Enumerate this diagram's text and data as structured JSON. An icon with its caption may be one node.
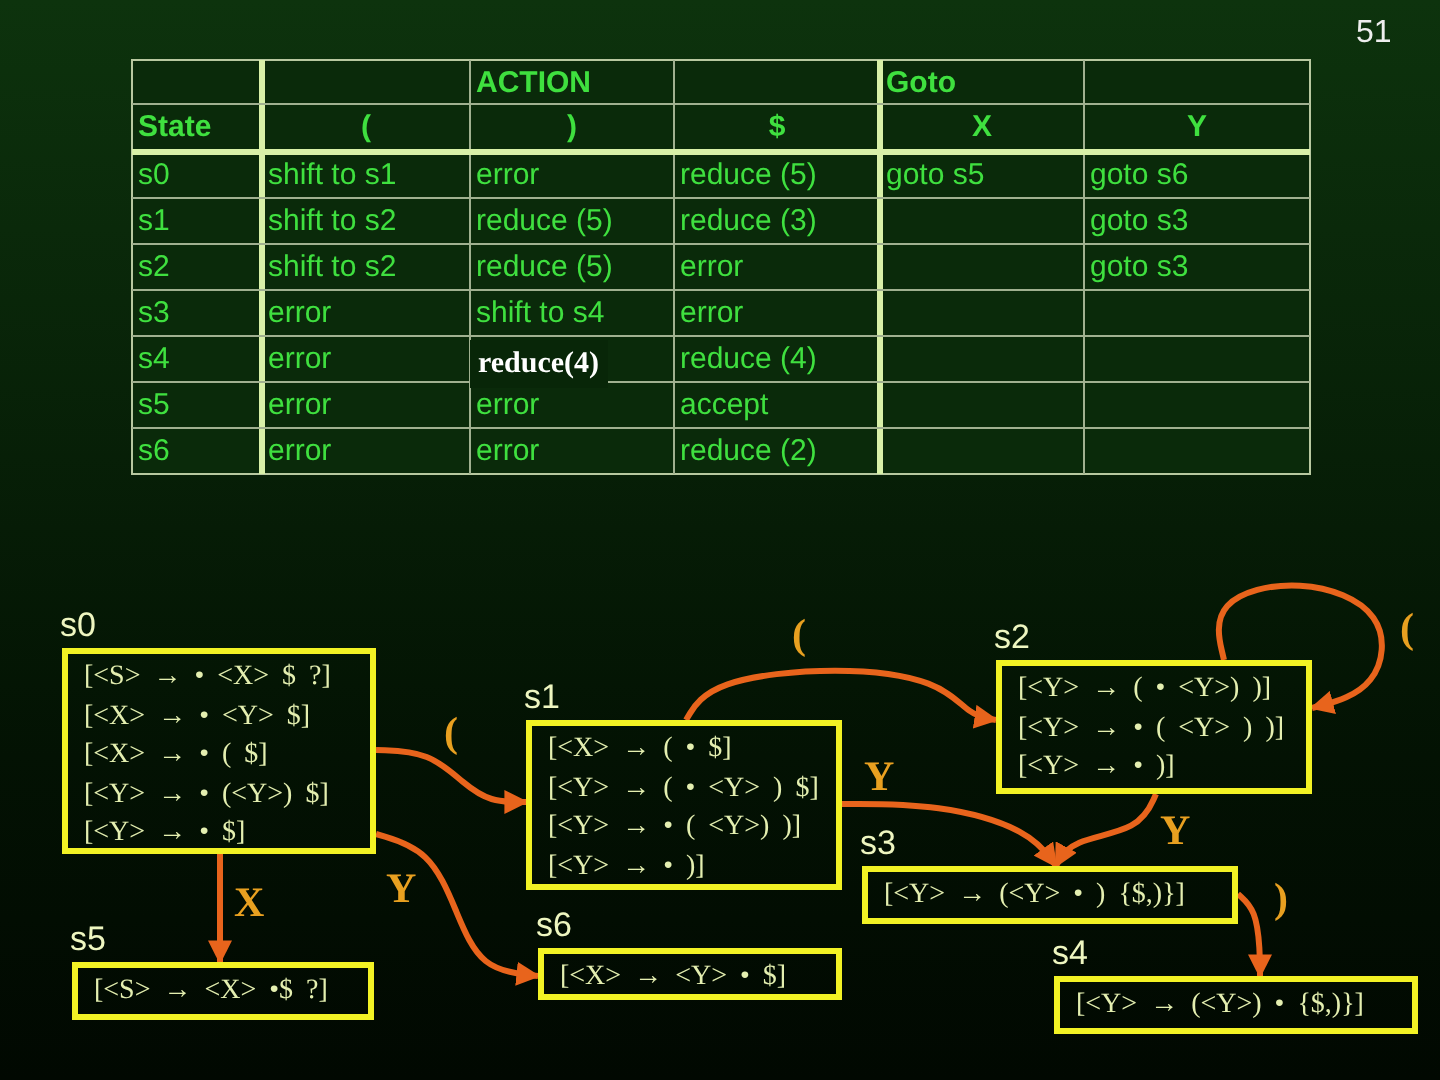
{
  "diagram": {
    "nodes": [
      {
        "text": [
          "s0",
          "[<S> → • <X> $ ?]",
          "[<X> → • <Y> $]",
          "[<X> → • ( $]",
          "[<Y> → • (<Y>) $]",
          "[<Y> → • $]"
        ]
      },
      {
        "text": [
          "s1",
          "[<X> → ( • $]",
          "[<Y> → ( • <Y> ) $]",
          "[<Y> → • ( <Y>) )]",
          "[<Y> → • )]"
        ]
      },
      {
        "text": [
          "s2",
          "[<Y> → ( • <Y>) )]",
          "[<Y> → • ( <Y> ) )]",
          "[<Y> → • )]"
        ]
      },
      {
        "text": [
          "s3",
          "[<Y> → (<Y> • ) {$,)}]"
        ]
      },
      {
        "text": [
          "s4",
          "[<Y> → (<Y>) • {$,)}]"
        ]
      },
      {
        "text": [
          "s5",
          "[<S> → <X> •$ ?]"
        ]
      },
      {
        "text": [
          "s6",
          "[<X> → <Y> • $]"
        ]
      }
    ],
    "edges": [
      {
        "from": 0,
        "to": 1,
        "arrow": "to",
        "label": "("
      },
      {
        "from": 0,
        "to": 5,
        "arrow": "to",
        "label": "X"
      },
      {
        "from": 0,
        "to": 6,
        "arrow": "to",
        "label": "Y"
      },
      {
        "from": 1,
        "to": 2,
        "arrow": "to",
        "label": "("
      },
      {
        "from": 1,
        "to": 3,
        "arrow": "to",
        "label": "Y"
      },
      {
        "from": 2,
        "to": 3,
        "arrow": "to",
        "label": "Y"
      },
      {
        "from": 2,
        "to": 2,
        "arrow": "to",
        "label": "("
      },
      {
        "from": 3,
        "to": 4,
        "arrow": "to",
        "label": ")"
      }
    ],
    "labels": [
      "51",
      "ACTION",
      "Goto",
      "State",
      "(",
      ")",
      "$",
      "X",
      "Y",
      "s0",
      "shift to s1",
      "error",
      "reduce (5)",
      "goto s5",
      "goto s6",
      "s1",
      "shift to s2",
      "reduce (5)",
      "reduce (3)",
      "goto s3",
      "s2",
      "shift to s2",
      "reduce (5)",
      "error",
      "goto s3",
      "s3",
      "error",
      "shift to s4",
      "error",
      "s4",
      "error",
      "reduce(4)",
      "reduce (4)",
      "s5",
      "error",
      "error",
      "accept",
      "s6",
      "error",
      "error",
      "reduce (2)"
    ]
  }
}
